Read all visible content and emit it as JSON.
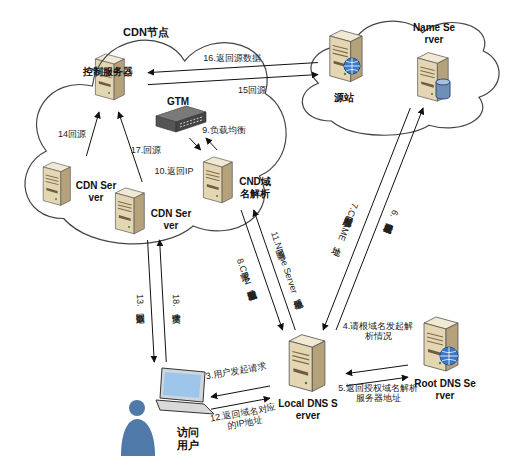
{
  "diagram": {
    "nodes": [
      {
        "text": [
          "CDN节点"
        ]
      },
      {
        "text": [
          "控制服务器"
        ],
        "in": 0
      },
      {
        "text": [
          "GTM"
        ],
        "in": 0
      },
      {
        "text": [
          "CDN Server"
        ],
        "in": 0
      },
      {
        "text": [
          "CDN Server"
        ],
        "in": 0
      },
      {
        "text": [
          "CND域名解析"
        ],
        "in": 0
      },
      {
        "text": [
          "源站"
        ]
      },
      {
        "text": [
          "Name Server"
        ]
      },
      {
        "text": [
          "Local DNS Server"
        ]
      },
      {
        "text": [
          "Root DNS Server"
        ]
      },
      {
        "text": [
          "访问用户"
        ]
      }
    ],
    "edges": [
      {
        "from": 10,
        "to": 8,
        "arrow": "to",
        "label": "3.用户发起请求"
      },
      {
        "from": 8,
        "to": 9,
        "arrow": "to",
        "label": "4.请根域名发起解析情况"
      },
      {
        "from": 9,
        "to": 8,
        "arrow": "to",
        "label": "5.返回授权域名解析服务器地址"
      },
      {
        "from": 8,
        "to": 7,
        "arrow": "to",
        "label": "6.请授权域名服务器发起请求"
      },
      {
        "from": 7,
        "to": 8,
        "arrow": "to",
        "label": "7.返回域名对应的CNAME地址"
      },
      {
        "from": 8,
        "to": 5,
        "arrow": "to",
        "label": "8.请求CDN域名解析服务器发起请求"
      },
      {
        "from": 5,
        "to": 2,
        "arrow": "to",
        "label": "9.负载均衡"
      },
      {
        "from": 2,
        "to": 5,
        "arrow": "to",
        "label": "10.返回IP"
      },
      {
        "from": 5,
        "to": 8,
        "arrow": "to",
        "label": "11.返回Name Server服务器地址"
      },
      {
        "from": 8,
        "to": 10,
        "arrow": "to",
        "label": "12.返回域名对应的IP地址"
      },
      {
        "from": 4,
        "to": 10,
        "arrow": "to",
        "label": "13.返回数据"
      },
      {
        "from": 3,
        "to": 1,
        "arrow": "to",
        "label": "14回源"
      },
      {
        "from": 1,
        "to": 6,
        "arrow": "to",
        "label": "15回源"
      },
      {
        "from": 6,
        "to": 1,
        "arrow": "to",
        "label": "16.返回源数据"
      },
      {
        "from": 4,
        "to": 1,
        "arrow": "to",
        "label": "17.回源"
      },
      {
        "from": 10,
        "to": 4,
        "arrow": "to",
        "label": "18.请求文件"
      }
    ]
  }
}
